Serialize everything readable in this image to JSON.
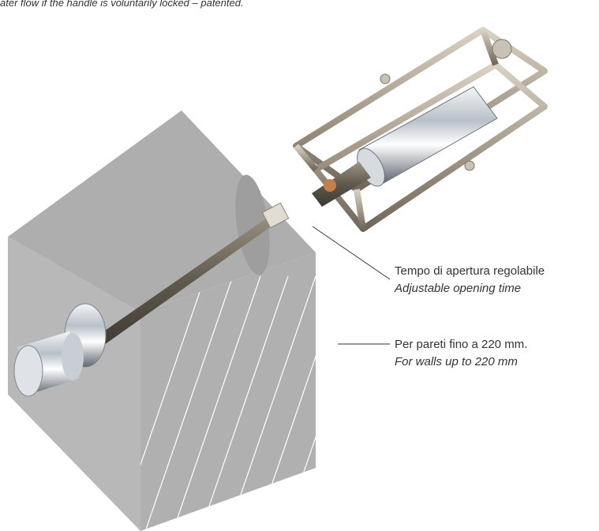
{
  "top_note": "ater flow if the handle is voluntarily locked – patented.",
  "callouts": [
    {
      "it": "Tempo di apertura regolabile",
      "en": "Adjustable opening time"
    },
    {
      "it": "Per pareti fino a 220 mm.",
      "en": "For walls up to 220 mm"
    }
  ],
  "colors": {
    "wall_face": "#b3b3b3",
    "wall_top": "#aaaaaa",
    "hatch": "#ffffff",
    "leader": "#333333",
    "metal": "#a79c8c"
  }
}
